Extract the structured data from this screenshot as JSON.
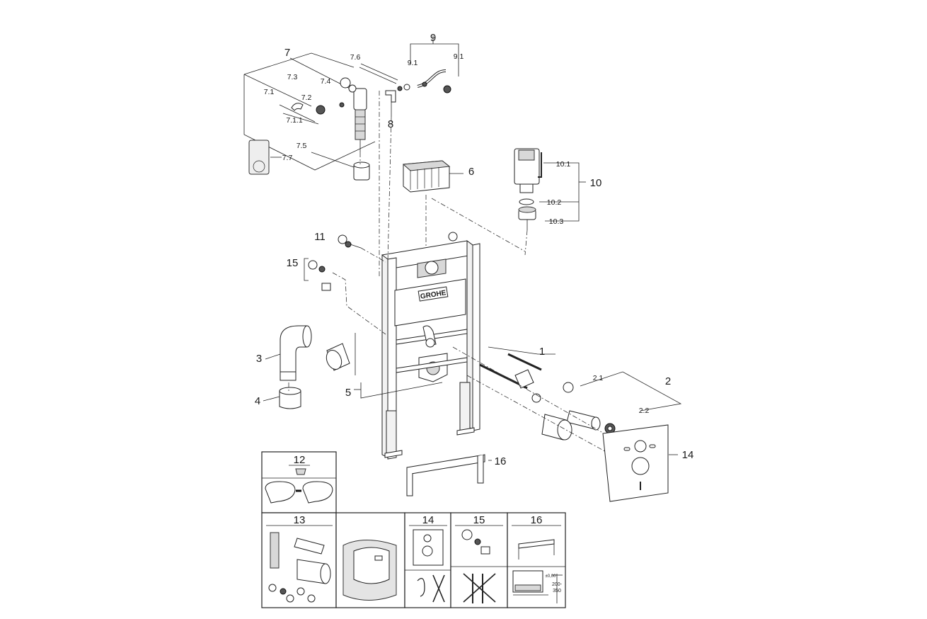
{
  "brand": {
    "logo_text": "GROHE"
  },
  "callouts": {
    "c1": "1",
    "c2": "2",
    "c2_1": "2.1",
    "c2_2": "2.2",
    "c3": "3",
    "c4": "4",
    "c5": "5",
    "c6": "6",
    "c7": "7",
    "c7_1": "7.1",
    "c7_1_1": "7.1.1",
    "c7_2": "7.2",
    "c7_3": "7.3",
    "c7_4": "7.4",
    "c7_5": "7.5",
    "c7_6": "7.6",
    "c7_7": "7.7",
    "c8": "8",
    "c9": "9",
    "c9_1a": "9.1",
    "c9_1b": "9.1",
    "c10": "10",
    "c10_1": "10.1",
    "c10_2": "10.2",
    "c10_3": "10.3",
    "c11": "11",
    "c14": "14",
    "c15": "15",
    "c16": "16"
  },
  "panels": {
    "p12": "12",
    "p13": "13",
    "p14": "14",
    "p15": "15",
    "p16": "16",
    "dim_top": "±0,00",
    "dim_range_a": "200-",
    "dim_range_b": "350"
  }
}
